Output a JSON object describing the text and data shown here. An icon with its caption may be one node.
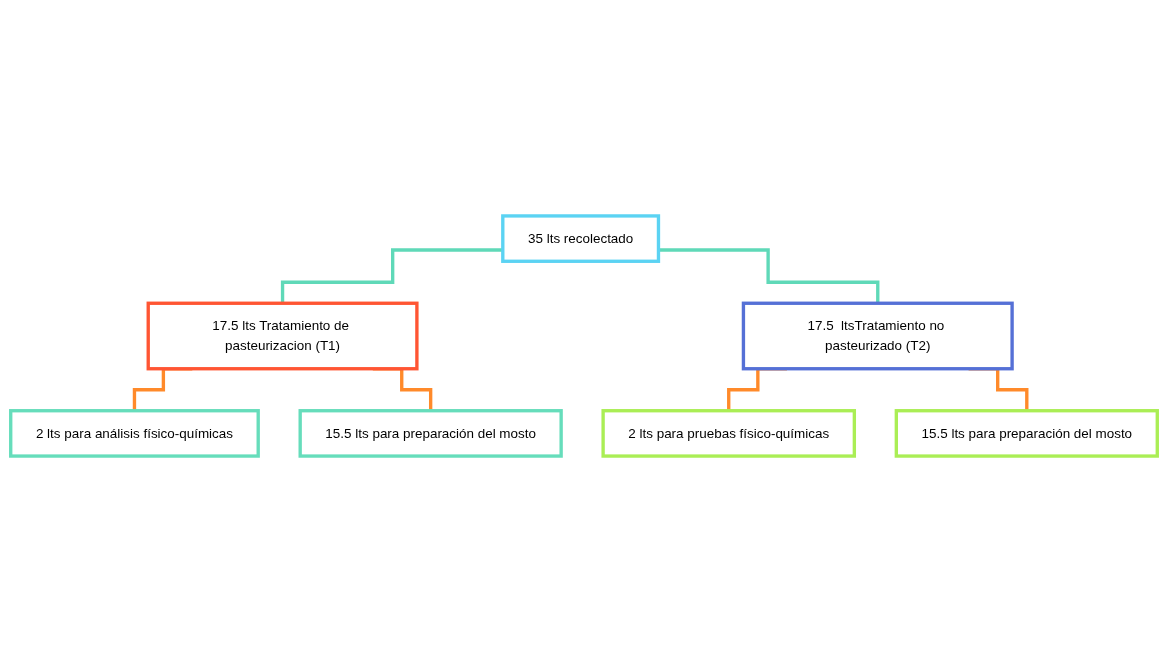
{
  "diagram": {
    "nodes": [
      {
        "text": [
          "35 lts recolectado"
        ]
      },
      {
        "text": [
          "17.5 lts Tratamiento de pasteurizacion (T1)"
        ]
      },
      {
        "text": [
          "17.5  ltsTratamiento no pasteurizado (T2)"
        ]
      },
      {
        "text": [
          "2 lts para análisis físico-químicas"
        ]
      },
      {
        "text": [
          "15.5 lts para preparación del mosto"
        ]
      },
      {
        "text": [
          "2 lts para pruebas físico-químicas"
        ]
      },
      {
        "text": [
          "15.5 lts para preparación del mosto"
        ]
      }
    ],
    "edges": [
      {
        "from": 0,
        "to": 1,
        "arrow": "none",
        "color": "#5fd9b8"
      },
      {
        "from": 0,
        "to": 2,
        "arrow": "none",
        "color": "#5fd9b8"
      },
      {
        "from": 1,
        "to": 3,
        "arrow": "none"
      },
      {
        "from": 1,
        "to": 4,
        "arrow": "none"
      },
      {
        "from": 2,
        "to": 5,
        "arrow": "none"
      },
      {
        "from": 2,
        "to": 6,
        "arrow": "none"
      }
    ]
  }
}
